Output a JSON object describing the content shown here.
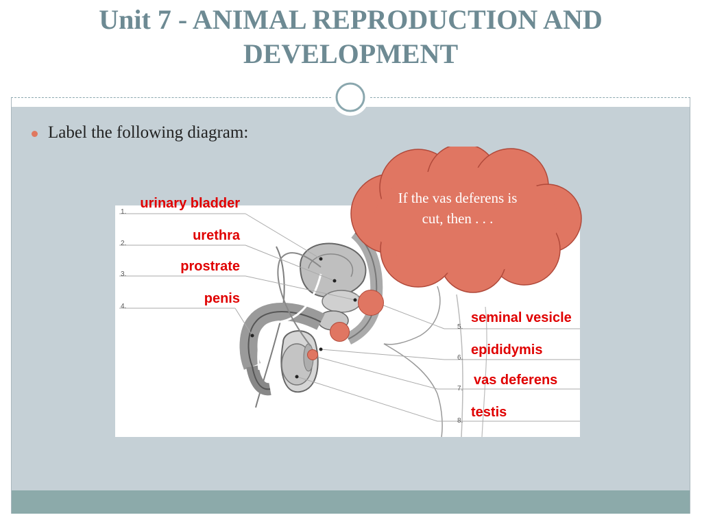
{
  "slide": {
    "title": "Unit 7 - ANIMAL REPRODUCTION AND DEVELOPMENT",
    "bullet": "Label the following diagram:"
  },
  "diagram": {
    "numbers": [
      "1.",
      "2.",
      "3.",
      "4.",
      "5.",
      "6.",
      "7.",
      "8."
    ],
    "labels": {
      "urinary_bladder": "urinary bladder",
      "urethra": "urethra",
      "prostrate": "prostrate",
      "penis": "penis",
      "seminal_vesicle": "seminal vesicle",
      "epididymis": "epididymis",
      "vas_deferens": "vas deferens",
      "testis": "testis"
    }
  },
  "callout": {
    "text": "If the vas deferens is cut, then . . ."
  },
  "colors": {
    "title": "#6d8a93",
    "content_bg": "#c5d0d6",
    "footer": "#8caaaa",
    "bullet": "#e0785f",
    "label_red": "#e00000",
    "cloud_fill": "#e07662"
  }
}
